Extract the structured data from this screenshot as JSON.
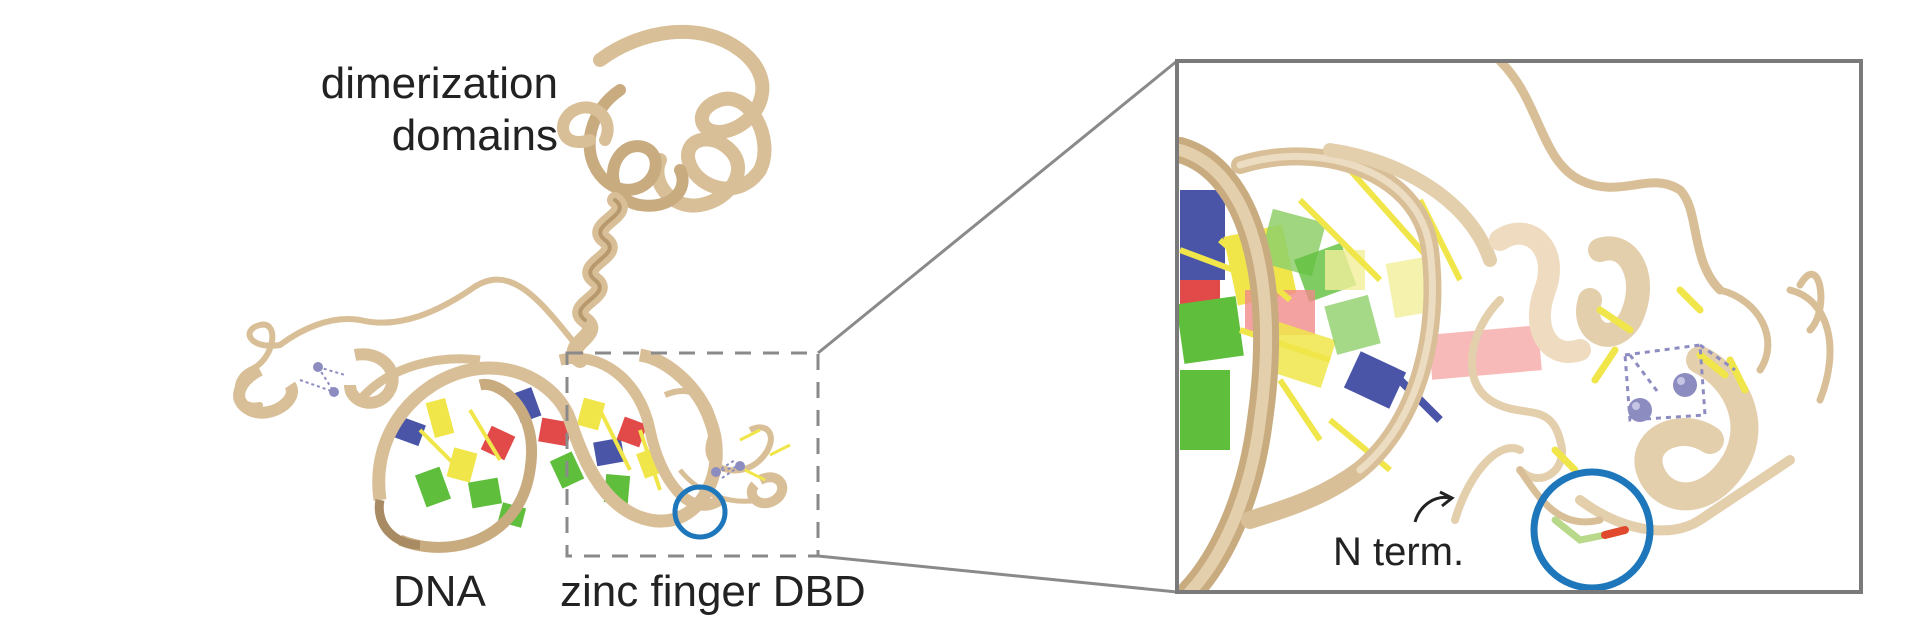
{
  "labels": {
    "dimerization_line1": "dimerization",
    "dimerization_line2": "domains",
    "dna": "DNA",
    "zinc_finger": "zinc finger DBD",
    "n_term": "N term."
  },
  "colors": {
    "ribbon": "#d9bf97",
    "ribbon_dark": "#a88a63",
    "ribbon_light": "#efdcc0",
    "base_green": "#5fbf3c",
    "base_yellow": "#f0e64a",
    "base_blue": "#4a55a8",
    "base_red": "#e24a4a",
    "zinc": "#8d8cc0",
    "highlight_circle": "#1f77bb",
    "frame": "#7a7a7a"
  }
}
